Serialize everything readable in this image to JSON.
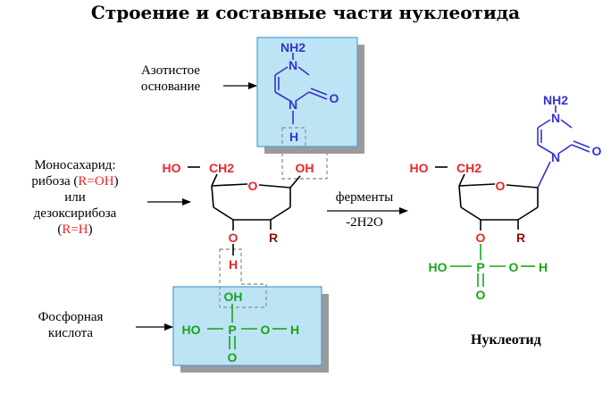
{
  "title": "Строение и составные части нуклеотида",
  "labels": {
    "base_l1": "Азотистое",
    "base_l2": "основание",
    "sugar_l1": "Моносахарид:",
    "sugar_l2_pre": "рибоза (",
    "sugar_l2_r": "R=OH",
    "sugar_l2_post": ")",
    "sugar_l3": "или",
    "sugar_l4": "дезоксирибоза",
    "sugar_l5_pre": "(",
    "sugar_l5_r": "R=H",
    "sugar_l5_post": ")",
    "phos_l1": "Фосфорная",
    "phos_l2": "кислота",
    "reaction_top": "ферменты",
    "reaction_bottom": "-2H2O",
    "product": "Нуклеотид"
  },
  "chem": {
    "nh2": "NH2",
    "n": "N",
    "o": "O",
    "h": "H",
    "oh": "OH",
    "ho": "HO",
    "ch2": "CH2",
    "p": "P",
    "r": "R"
  },
  "colors": {
    "base": "#3333cc",
    "sugar": "#e8262b",
    "phosphate": "#1aa31a",
    "box_fill": "#bde4f4",
    "box_stroke": "#4a9fd6",
    "shadow": "#9a9a9a",
    "dashed": "#999999"
  }
}
